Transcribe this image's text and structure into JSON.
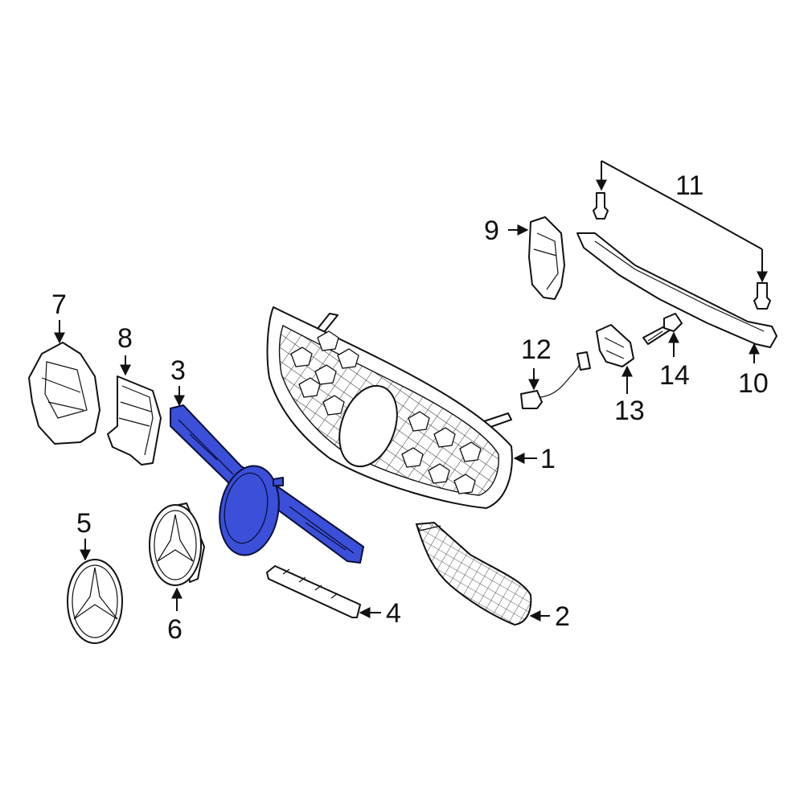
{
  "diagram": {
    "highlight_color": "#3b4fd8",
    "callouts": [
      {
        "id": "1",
        "label": "1"
      },
      {
        "id": "2",
        "label": "2"
      },
      {
        "id": "3",
        "label": "3"
      },
      {
        "id": "4",
        "label": "4"
      },
      {
        "id": "5",
        "label": "5"
      },
      {
        "id": "6",
        "label": "6"
      },
      {
        "id": "7",
        "label": "7"
      },
      {
        "id": "8",
        "label": "8"
      },
      {
        "id": "9",
        "label": "9"
      },
      {
        "id": "10",
        "label": "10"
      },
      {
        "id": "11",
        "label": "11"
      },
      {
        "id": "12",
        "label": "12"
      },
      {
        "id": "13",
        "label": "13"
      },
      {
        "id": "14",
        "label": "14"
      }
    ]
  }
}
